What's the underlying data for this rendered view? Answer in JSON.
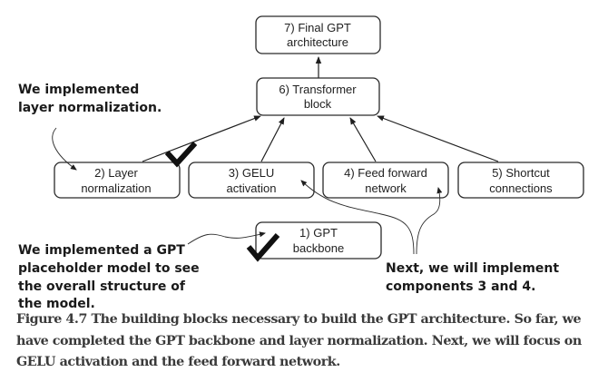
{
  "diagram": {
    "nodes": [
      {
        "id": "final-gpt",
        "lines": [
          "7) Final GPT",
          "architecture"
        ]
      },
      {
        "id": "transformer-block",
        "lines": [
          "6) Transformer",
          "block"
        ]
      },
      {
        "id": "layer-norm",
        "lines": [
          "2) Layer",
          "normalization"
        ]
      },
      {
        "id": "gelu",
        "lines": [
          "3) GELU",
          "activation"
        ]
      },
      {
        "id": "feed-forward",
        "lines": [
          "4) Feed forward",
          "network"
        ]
      },
      {
        "id": "shortcut",
        "lines": [
          "5) Shortcut",
          "connections"
        ]
      },
      {
        "id": "gpt-backbone",
        "lines": [
          "1) GPT",
          "backbone"
        ]
      }
    ],
    "edges": [
      {
        "from": "transformer-block",
        "to": "final-gpt"
      },
      {
        "from": "layer-norm",
        "to": "transformer-block"
      },
      {
        "from": "gelu",
        "to": "transformer-block"
      },
      {
        "from": "feed-forward",
        "to": "transformer-block"
      },
      {
        "from": "shortcut",
        "to": "transformer-block"
      }
    ],
    "completed": [
      "layer-norm",
      "gpt-backbone"
    ],
    "annotations": {
      "layer_norm_note": [
        "We implemented",
        "layer normalization."
      ],
      "backbone_note": [
        "We implemented a GPT",
        "placeholder model to see",
        "the overall structure of",
        "the model."
      ],
      "next_note": [
        "Next, we will implement",
        "components 3 and 4."
      ]
    }
  },
  "caption": "Figure 4.7 The building blocks necessary to build the GPT architecture. So far, we have completed the GPT backbone and layer normalization. Next, we will focus on GELU activation and the feed forward network."
}
